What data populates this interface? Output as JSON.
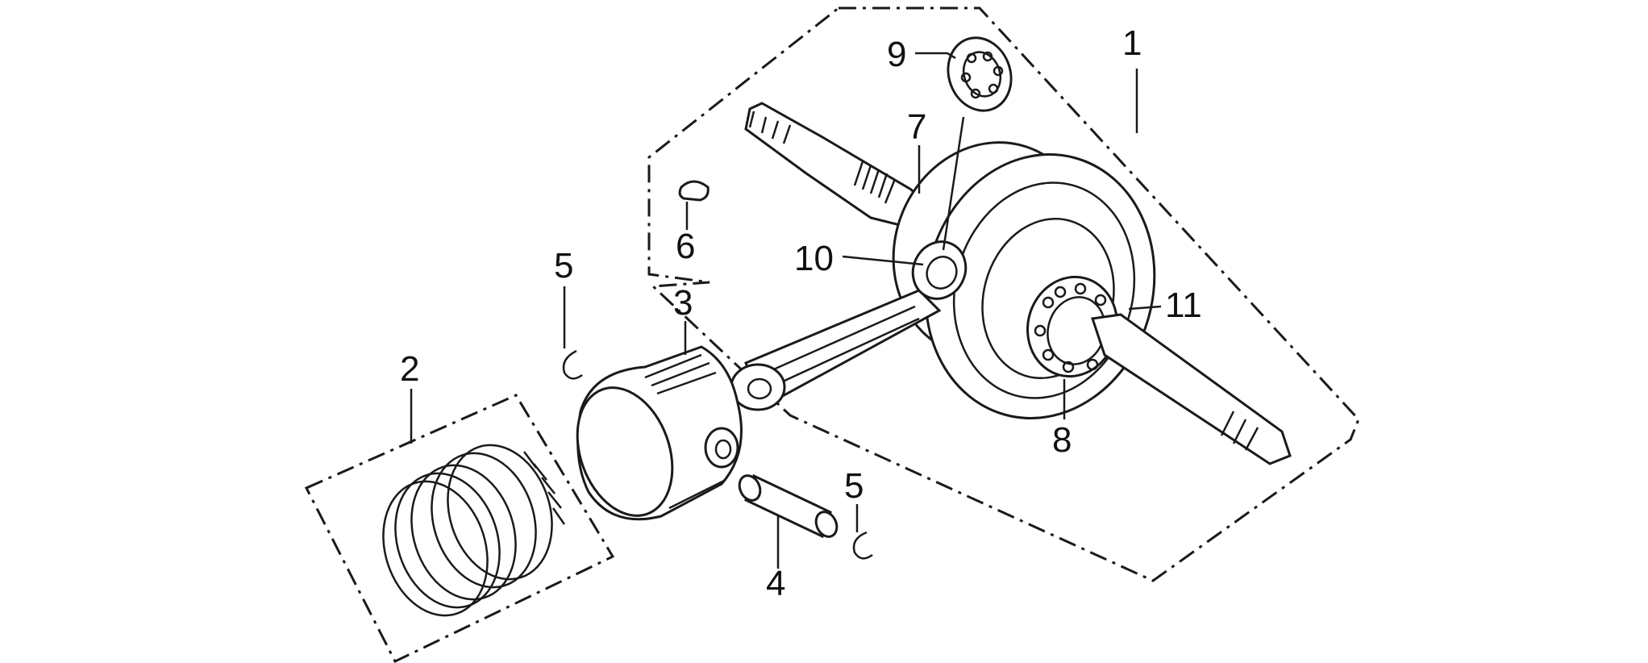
{
  "title": "",
  "callouts": {
    "c1": "1",
    "c2": "2",
    "c3": "3",
    "c4": "4",
    "c5a": "5",
    "c5b": "5",
    "c6": "6",
    "c7": "7",
    "c8": "8",
    "c9": "9",
    "c10": "10",
    "c11": "11"
  },
  "colors": {
    "line": "#1a1a1a",
    "background": "#ffffff"
  }
}
